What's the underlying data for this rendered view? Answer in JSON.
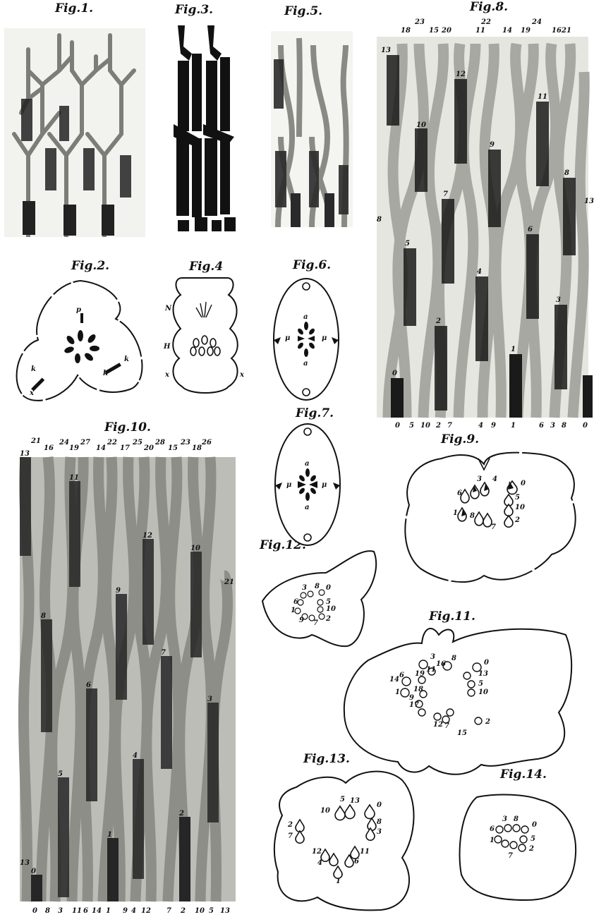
{
  "figures": {
    "fig1": {
      "caption": "Fig.1."
    },
    "fig2": {
      "caption": "Fig.2.",
      "labels": {
        "p": "p",
        "k1": "k",
        "k2": "k",
        "k3": "k",
        "x": "x"
      }
    },
    "fig3": {
      "caption": "Fig.3."
    },
    "fig4": {
      "caption": "Fig.4",
      "labels": {
        "N": "N",
        "H": "H",
        "x1": "x",
        "x2": "x"
      }
    },
    "fig5": {
      "caption": "Fig.5."
    },
    "fig6": {
      "caption": "Fig.6.",
      "labels": {
        "a1": "a",
        "a2": "a",
        "mu1": "μ",
        "mu2": "μ"
      }
    },
    "fig7": {
      "caption": "Fig.7.",
      "labels": {
        "a1": "a",
        "a2": "a",
        "mu1": "μ",
        "mu2": "μ"
      }
    },
    "fig8": {
      "caption": "Fig.8.",
      "top_labels": [
        "18",
        "23",
        "15",
        "20",
        "22",
        "11",
        "14",
        "19",
        "24",
        "16",
        "21"
      ],
      "bottom_labels": [
        "0",
        "5",
        "10",
        "2",
        "7",
        "4",
        "9",
        "1",
        "6",
        "3",
        "8",
        "0"
      ],
      "strand_labels": [
        "13",
        "10",
        "12",
        "9",
        "11",
        "5",
        "7",
        "6",
        "8",
        "4",
        "3",
        "2",
        "1",
        "0",
        "8",
        "13"
      ]
    },
    "fig9": {
      "caption": "Fig.9.",
      "labels": [
        "3",
        "4",
        "0",
        "6",
        "5",
        "10",
        "1",
        "8",
        "2",
        "7"
      ]
    },
    "fig10": {
      "caption": "Fig.10.",
      "top_labels": [
        "21",
        "16",
        "24",
        "19",
        "27",
        "14",
        "22",
        "17",
        "25",
        "20",
        "28",
        "15",
        "23",
        "18",
        "26"
      ],
      "bottom_labels": [
        "0",
        "8",
        "3",
        "11",
        "6",
        "14",
        "1",
        "9",
        "4",
        "12",
        "7",
        "2",
        "10",
        "5",
        "13"
      ],
      "strand_labels": [
        "13",
        "11",
        "8",
        "12",
        "9",
        "10",
        "6",
        "7",
        "5",
        "3",
        "4",
        "2",
        "1",
        "0",
        "13",
        "21"
      ]
    },
    "fig11": {
      "caption": "Fig.11.",
      "labels": [
        "3",
        "8",
        "0",
        "16",
        "11",
        "13",
        "14",
        "6",
        "19",
        "5",
        "1",
        "18",
        "10",
        "9",
        "17",
        "2",
        "12",
        "7",
        "15"
      ]
    },
    "fig12": {
      "caption": "Fig.12.",
      "labels": [
        "3",
        "8",
        "0",
        "6",
        "5",
        "1",
        "10",
        "9",
        "2",
        "7"
      ]
    },
    "fig13": {
      "caption": "Fig.13.",
      "labels": [
        "5",
        "13",
        "0",
        "10",
        "2",
        "8",
        "7",
        "3",
        "12",
        "11",
        "4",
        "6",
        "1"
      ]
    },
    "fig14": {
      "caption": "Fig.14.",
      "labels": [
        "3",
        "8",
        "0",
        "6",
        "5",
        "1",
        "2",
        "7"
      ]
    }
  },
  "colors": {
    "ink": "#111111",
    "strand_fill": "#9a9a94",
    "strand_light": "#c2c2bc",
    "paper": "#ffffff"
  }
}
